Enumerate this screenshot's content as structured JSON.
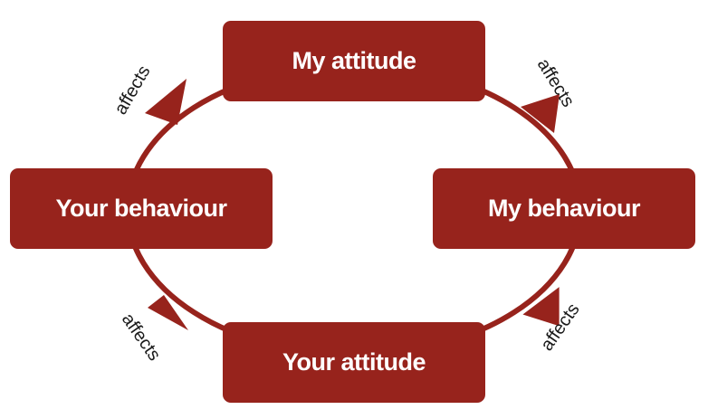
{
  "colors": {
    "node_fill": "#97231c",
    "arrow": "#97231c",
    "text": "#ffffff",
    "label": "#1a1a1a"
  },
  "nodes": {
    "top": "My attitude",
    "right": "My behaviour",
    "bottom": "Your attitude",
    "left": "Your behaviour"
  },
  "edges": {
    "top_to_right": "affects",
    "right_to_bottom": "affects",
    "bottom_to_left": "affects",
    "left_to_top": "affects"
  }
}
